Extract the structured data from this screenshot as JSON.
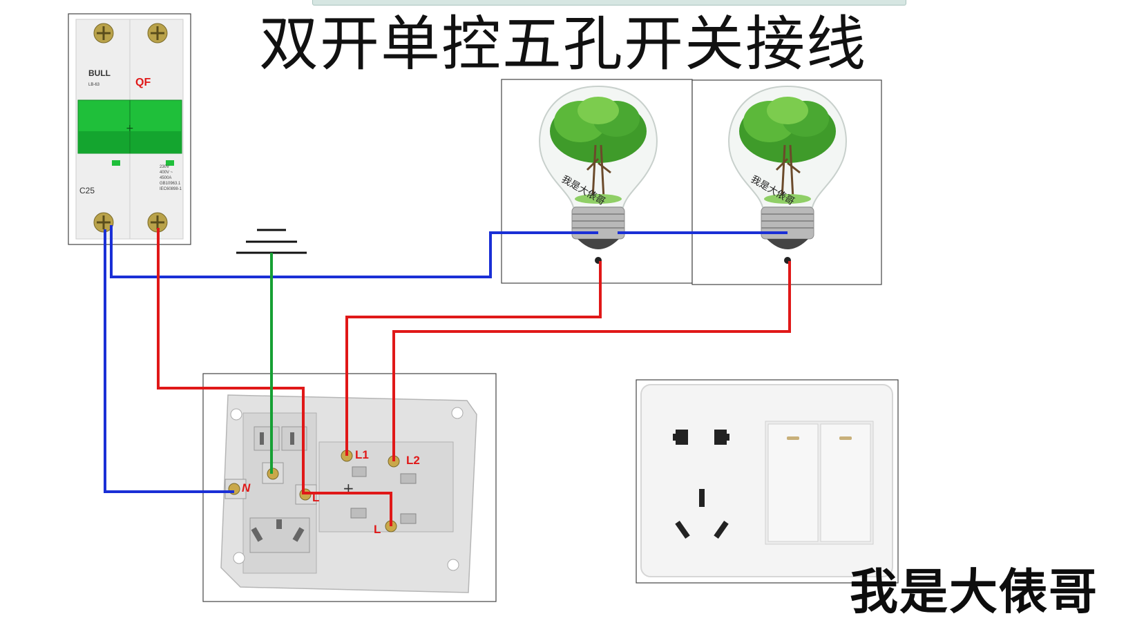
{
  "title": "双开单控五孔开关接线",
  "watermark": "我是大俵哥",
  "breaker": {
    "brand": "BULL",
    "model": "LB-63",
    "label": "QF",
    "rating": "C25",
    "spec_lines": [
      "230V",
      "400V ~",
      "4500A",
      "GB10963.1",
      "IEC60898-1"
    ]
  },
  "bulbs": [
    {
      "watermark_text": "我是大俵哥"
    },
    {
      "watermark_text": "我是大俵哥"
    }
  ],
  "switch_back": {
    "terminals": {
      "neutral": "N",
      "live_in": "L",
      "line1": "L1",
      "line2": "L2",
      "common": "L"
    }
  },
  "colors": {
    "live": "#e01818",
    "neutral": "#1a2fd6",
    "earth": "#16a034",
    "terminal_label": "#e01818",
    "breaker_green": "#1fbf3a"
  }
}
